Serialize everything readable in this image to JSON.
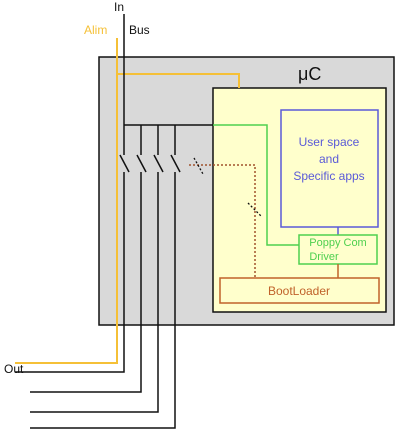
{
  "labels": {
    "in": "In",
    "alim": "Alim",
    "bus": "Bus",
    "out": "Out",
    "uc": "μC",
    "user_space_line1": "User space",
    "user_space_line2": "and",
    "user_space_line3": "Specific apps",
    "poppy_line1": "Poppy Com",
    "poppy_line2": "Driver",
    "bootloader": "BootLoader"
  },
  "colors": {
    "alim": "#f5c037",
    "bus": "#111111",
    "uc_box_fill": "#d9d9d9",
    "inner_fill": "#ffffcc",
    "inner_border": "#111111",
    "user_space": "#5a5ad8",
    "poppy": "#4fd04f",
    "bootloader": "#c0622a",
    "dotted": "#a0522d"
  }
}
